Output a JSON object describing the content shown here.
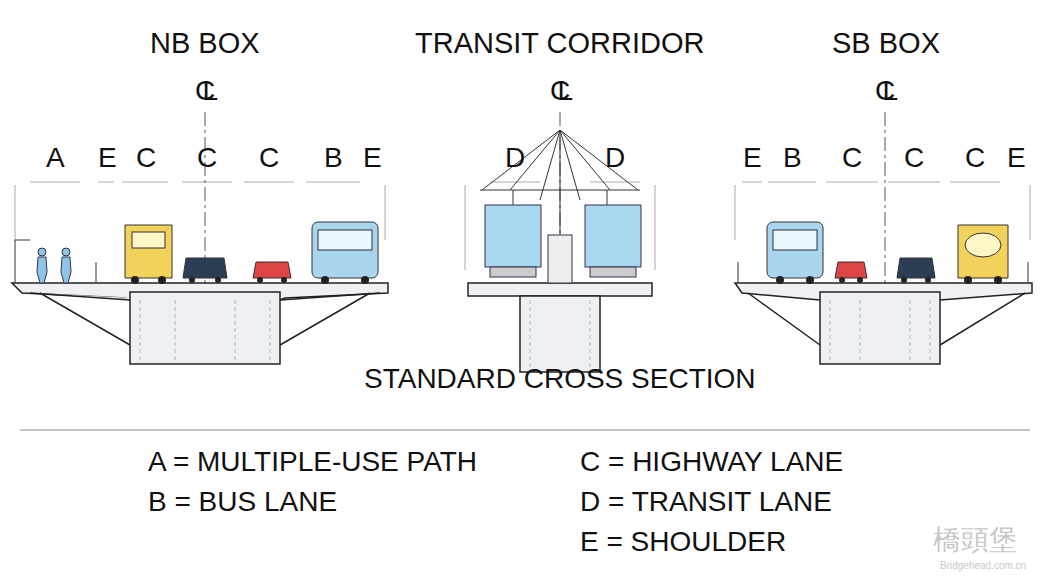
{
  "diagram": {
    "caption": "STANDARD CROSS SECTION",
    "labels": [
      "NB BOX",
      "TRANSIT CORRIDOR",
      "SB BOX",
      "CL",
      "CL",
      "CL",
      "A",
      "E",
      "C",
      "C",
      "C",
      "B",
      "E",
      "D",
      "D",
      "E",
      "B",
      "C",
      "C",
      "C",
      "E",
      "橋頭堡",
      "Bridgehead.com.cn"
    ],
    "legend": [
      {
        "text": "A = MULTIPLE-USE PATH"
      },
      {
        "text": "B = BUS LANE"
      },
      {
        "text": "C = HIGHWAY LANE"
      },
      {
        "text": "D = TRANSIT LANE"
      },
      {
        "text": "E = SHOULDER"
      }
    ]
  }
}
